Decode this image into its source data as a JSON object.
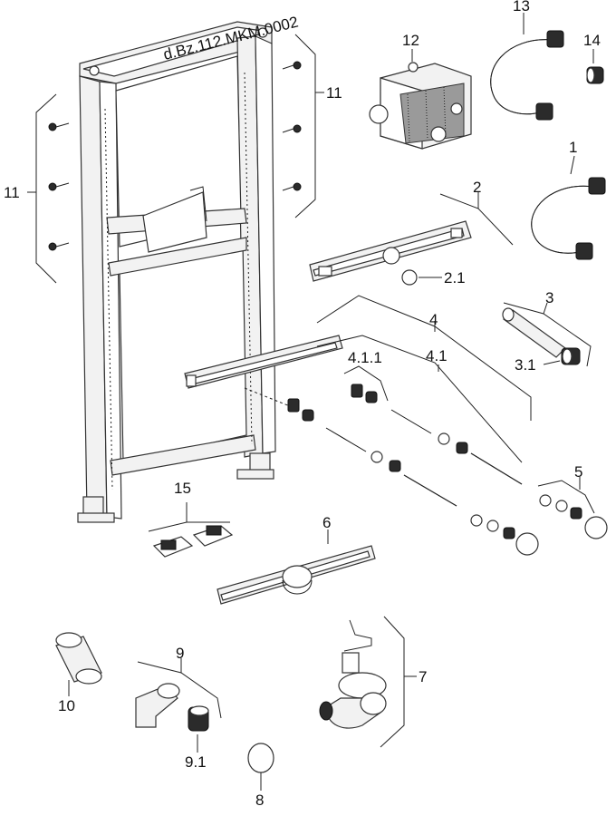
{
  "labels": {
    "l1": "1",
    "l2": "2",
    "l2_1": "2.1",
    "l3": "3",
    "l3_1": "3.1",
    "l4": "4",
    "l4_1": "4.1",
    "l4_1_1": "4.1.1",
    "l5": "5",
    "l6": "6",
    "l7": "7",
    "l8": "8",
    "l9": "9",
    "l9_1": "9.1",
    "l10": "10",
    "l11_left": "11",
    "l11_right": "11",
    "l12": "12",
    "l13": "13",
    "l14": "14",
    "l15": "15"
  },
  "frame_marking": "d.Bz.112.MKM.0002"
}
